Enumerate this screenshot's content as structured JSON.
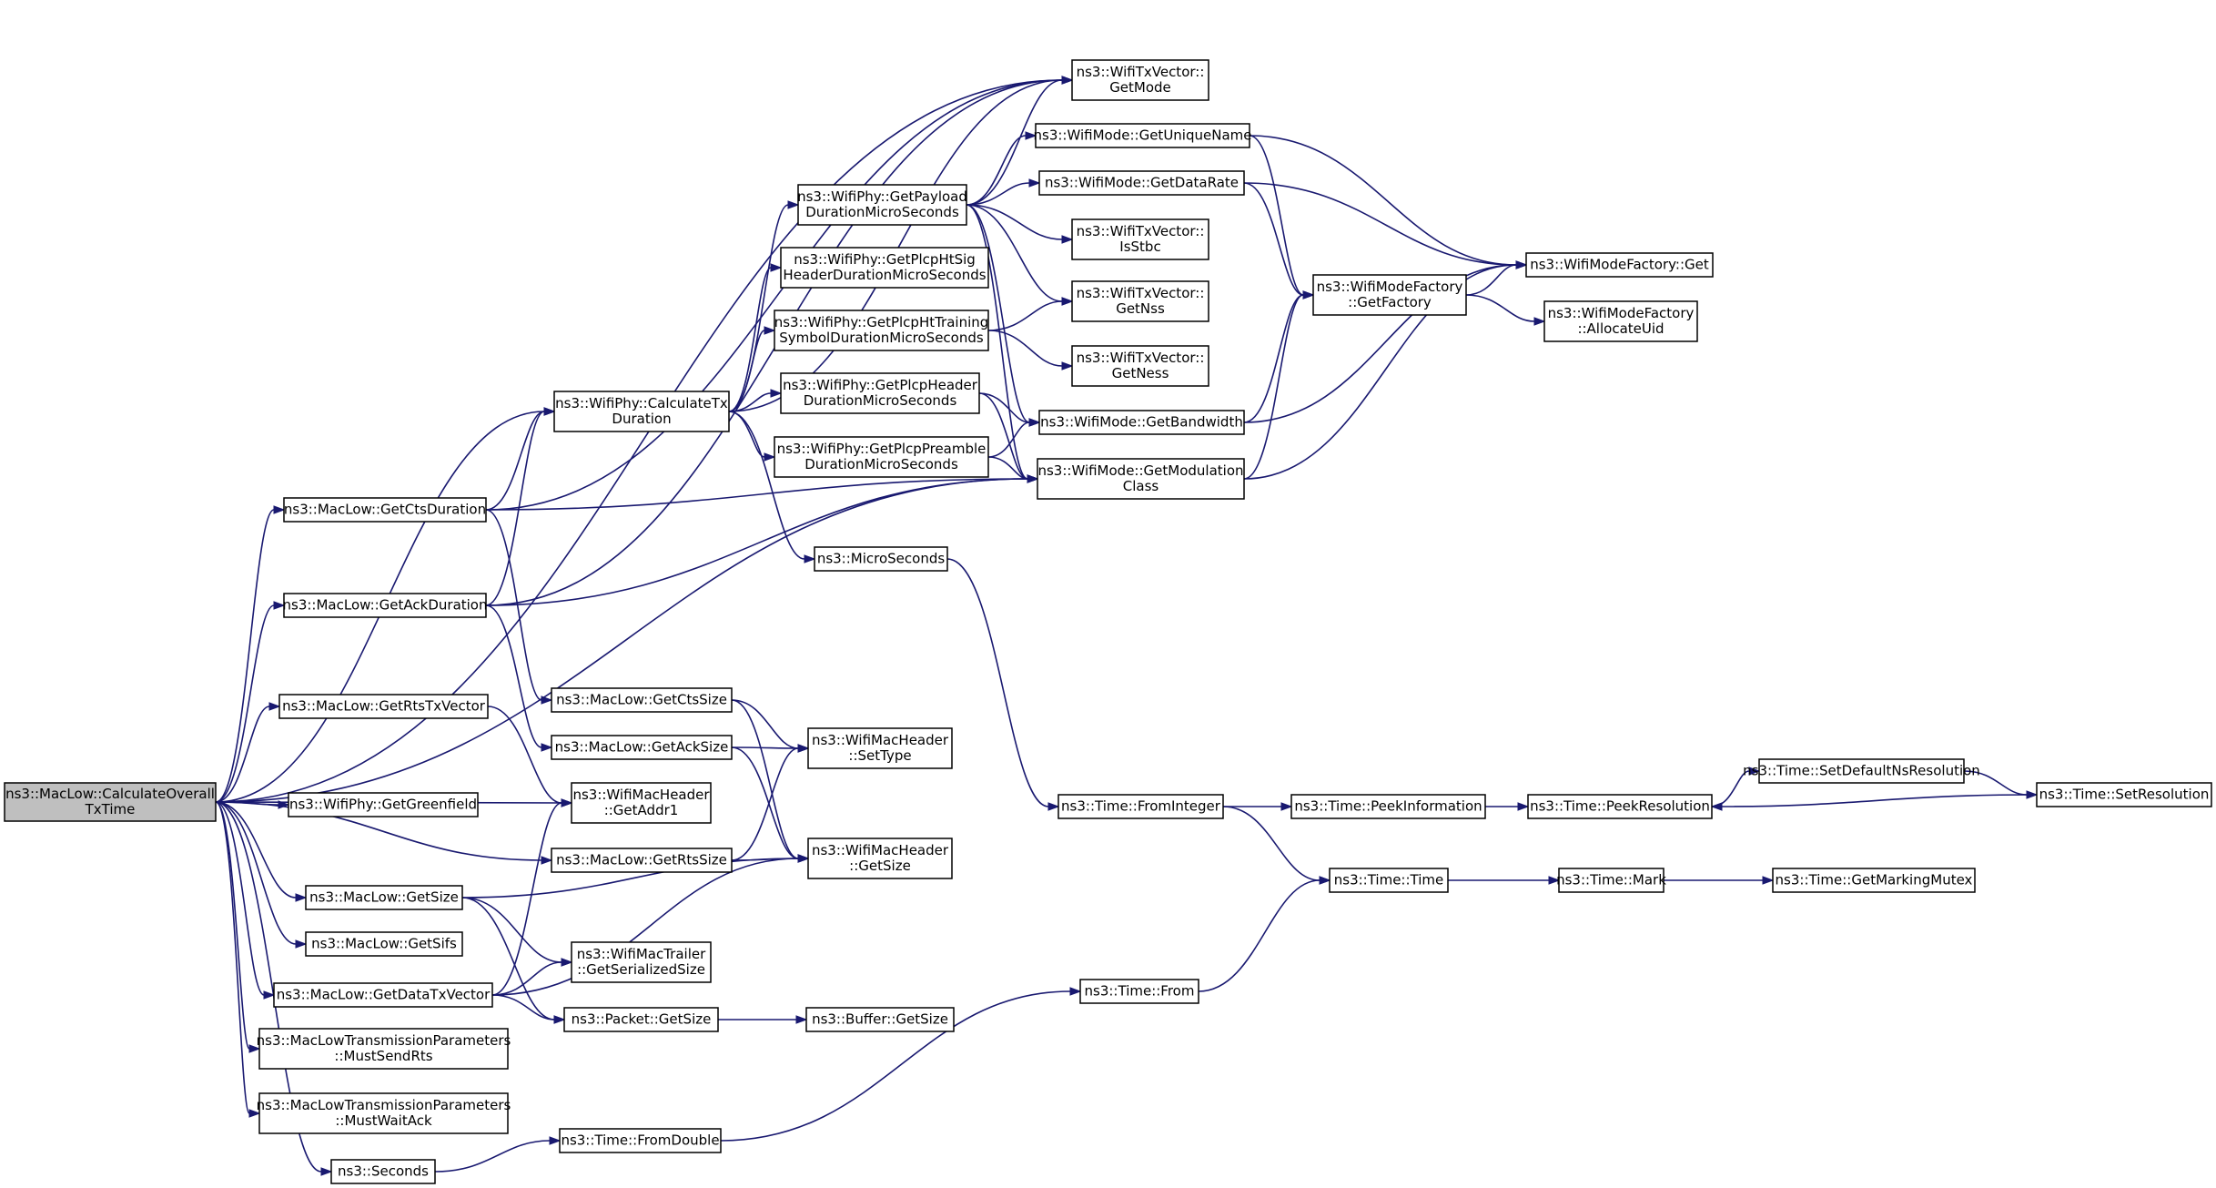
{
  "graph": {
    "root": "calc",
    "nodes": [
      {
        "id": "calc",
        "lines": [
          "ns3::MacLow::CalculateOverall",
          "TxTime"
        ],
        "root": true
      },
      {
        "id": "getmode",
        "lines": [
          "ns3::WifiTxVector::",
          "GetMode"
        ]
      },
      {
        "id": "uniq",
        "lines": [
          "ns3::WifiMode::GetUniqueName"
        ]
      },
      {
        "id": "payload",
        "lines": [
          "ns3::WifiPhy::GetPayload",
          "DurationMicroSeconds"
        ]
      },
      {
        "id": "datarate",
        "lines": [
          "ns3::WifiMode::GetDataRate"
        ]
      },
      {
        "id": "isstbc",
        "lines": [
          "ns3::WifiTxVector::",
          "IsStbc"
        ]
      },
      {
        "id": "htsig",
        "lines": [
          "ns3::WifiPhy::GetPlcpHtSig",
          "HeaderDurationMicroSeconds"
        ]
      },
      {
        "id": "getnss",
        "lines": [
          "ns3::WifiTxVector::",
          "GetNss"
        ]
      },
      {
        "id": "factory",
        "lines": [
          "ns3::WifiModeFactory",
          "::GetFactory"
        ]
      },
      {
        "id": "mfget",
        "lines": [
          "ns3::WifiModeFactory::Get"
        ]
      },
      {
        "id": "alloc",
        "lines": [
          "ns3::WifiModeFactory",
          "::AllocateUid"
        ]
      },
      {
        "id": "httrain",
        "lines": [
          "ns3::WifiPhy::GetPlcpHtTraining",
          "SymbolDurationMicroSeconds"
        ]
      },
      {
        "id": "getness",
        "lines": [
          "ns3::WifiTxVector::",
          "GetNess"
        ]
      },
      {
        "id": "plcphdr",
        "lines": [
          "ns3::WifiPhy::GetPlcpHeader",
          "DurationMicroSeconds"
        ]
      },
      {
        "id": "bandwidth",
        "lines": [
          "ns3::WifiMode::GetBandwidth"
        ]
      },
      {
        "id": "calctx",
        "lines": [
          "ns3::WifiPhy::CalculateTx",
          "Duration"
        ]
      },
      {
        "id": "preamble",
        "lines": [
          "ns3::WifiPhy::GetPlcpPreamble",
          "DurationMicroSeconds"
        ]
      },
      {
        "id": "modclass",
        "lines": [
          "ns3::WifiMode::GetModulation",
          "Class"
        ]
      },
      {
        "id": "ctsdur",
        "lines": [
          "ns3::MacLow::GetCtsDuration"
        ]
      },
      {
        "id": "micro",
        "lines": [
          "ns3::MicroSeconds"
        ]
      },
      {
        "id": "ackdur",
        "lines": [
          "ns3::MacLow::GetAckDuration"
        ]
      },
      {
        "id": "ctssize",
        "lines": [
          "ns3::MacLow::GetCtsSize"
        ]
      },
      {
        "id": "rtstx",
        "lines": [
          "ns3::MacLow::GetRtsTxVector"
        ]
      },
      {
        "id": "acksize",
        "lines": [
          "ns3::MacLow::GetAckSize"
        ]
      },
      {
        "id": "settype",
        "lines": [
          "ns3::WifiMacHeader",
          "::SetType"
        ]
      },
      {
        "id": "addr1",
        "lines": [
          "ns3::WifiMacHeader",
          "::GetAddr1"
        ]
      },
      {
        "id": "green",
        "lines": [
          "ns3::WifiPhy::GetGreenfield"
        ]
      },
      {
        "id": "frominteger",
        "lines": [
          "ns3::Time::FromInteger"
        ]
      },
      {
        "id": "peekinfo",
        "lines": [
          "ns3::Time::PeekInformation"
        ]
      },
      {
        "id": "peekres",
        "lines": [
          "ns3::Time::PeekResolution"
        ]
      },
      {
        "id": "setdefault",
        "lines": [
          "ns3::Time::SetDefaultNsResolution"
        ]
      },
      {
        "id": "setres",
        "lines": [
          "ns3::Time::SetResolution"
        ]
      },
      {
        "id": "rtssize",
        "lines": [
          "ns3::MacLow::GetRtsSize"
        ]
      },
      {
        "id": "hdrsize",
        "lines": [
          "ns3::WifiMacHeader",
          "::GetSize"
        ]
      },
      {
        "id": "mlgetsize",
        "lines": [
          "ns3::MacLow::GetSize"
        ]
      },
      {
        "id": "time",
        "lines": [
          "ns3::Time::Time"
        ]
      },
      {
        "id": "mark",
        "lines": [
          "ns3::Time::Mark"
        ]
      },
      {
        "id": "mutex",
        "lines": [
          "ns3::Time::GetMarkingMutex"
        ]
      },
      {
        "id": "sifs",
        "lines": [
          "ns3::MacLow::GetSifs"
        ]
      },
      {
        "id": "trailer",
        "lines": [
          "ns3::WifiMacTrailer",
          "::GetSerializedSize"
        ]
      },
      {
        "id": "datatx",
        "lines": [
          "ns3::MacLow::GetDataTxVector"
        ]
      },
      {
        "id": "from",
        "lines": [
          "ns3::Time::From"
        ]
      },
      {
        "id": "pktsize",
        "lines": [
          "ns3::Packet::GetSize"
        ]
      },
      {
        "id": "bufsize",
        "lines": [
          "ns3::Buffer::GetSize"
        ]
      },
      {
        "id": "sendrts",
        "lines": [
          "ns3::MacLowTransmissionParameters",
          "::MustSendRts"
        ]
      },
      {
        "id": "waitack",
        "lines": [
          "ns3::MacLowTransmissionParameters",
          "::MustWaitAck"
        ]
      },
      {
        "id": "fromdouble",
        "lines": [
          "ns3::Time::FromDouble"
        ]
      },
      {
        "id": "seconds",
        "lines": [
          "ns3::Seconds"
        ]
      }
    ],
    "edges": [
      [
        "calc",
        "getmode"
      ],
      [
        "calc",
        "calctx"
      ],
      [
        "calc",
        "ctsdur"
      ],
      [
        "calc",
        "ackdur"
      ],
      [
        "calc",
        "modclass"
      ],
      [
        "calc",
        "rtstx"
      ],
      [
        "calc",
        "addr1"
      ],
      [
        "calc",
        "green"
      ],
      [
        "calc",
        "rtssize"
      ],
      [
        "calc",
        "mlgetsize"
      ],
      [
        "calc",
        "sifs"
      ],
      [
        "calc",
        "datatx"
      ],
      [
        "calc",
        "sendrts"
      ],
      [
        "calc",
        "waitack"
      ],
      [
        "calc",
        "seconds"
      ],
      [
        "ctsdur",
        "getmode"
      ],
      [
        "ctsdur",
        "calctx"
      ],
      [
        "ctsdur",
        "modclass"
      ],
      [
        "ctsdur",
        "ctssize"
      ],
      [
        "ackdur",
        "getmode"
      ],
      [
        "ackdur",
        "calctx"
      ],
      [
        "ackdur",
        "modclass"
      ],
      [
        "ackdur",
        "acksize"
      ],
      [
        "calctx",
        "getmode"
      ],
      [
        "calctx",
        "payload"
      ],
      [
        "calctx",
        "htsig"
      ],
      [
        "calctx",
        "httrain"
      ],
      [
        "calctx",
        "plcphdr"
      ],
      [
        "calctx",
        "preamble"
      ],
      [
        "calctx",
        "micro"
      ],
      [
        "payload",
        "getmode"
      ],
      [
        "payload",
        "uniq"
      ],
      [
        "payload",
        "datarate"
      ],
      [
        "payload",
        "isstbc"
      ],
      [
        "payload",
        "getnss"
      ],
      [
        "payload",
        "bandwidth"
      ],
      [
        "payload",
        "modclass"
      ],
      [
        "httrain",
        "getnss"
      ],
      [
        "httrain",
        "getness"
      ],
      [
        "plcphdr",
        "bandwidth"
      ],
      [
        "plcphdr",
        "modclass"
      ],
      [
        "preamble",
        "bandwidth"
      ],
      [
        "preamble",
        "modclass"
      ],
      [
        "uniq",
        "factory"
      ],
      [
        "uniq",
        "mfget"
      ],
      [
        "datarate",
        "factory"
      ],
      [
        "datarate",
        "mfget"
      ],
      [
        "bandwidth",
        "factory"
      ],
      [
        "bandwidth",
        "mfget"
      ],
      [
        "modclass",
        "factory"
      ],
      [
        "modclass",
        "mfget"
      ],
      [
        "factory",
        "mfget"
      ],
      [
        "factory",
        "alloc"
      ],
      [
        "micro",
        "frominteger"
      ],
      [
        "ctssize",
        "settype"
      ],
      [
        "ctssize",
        "hdrsize"
      ],
      [
        "acksize",
        "settype"
      ],
      [
        "acksize",
        "hdrsize"
      ],
      [
        "rtstx",
        "addr1"
      ],
      [
        "rtssize",
        "settype"
      ],
      [
        "rtssize",
        "hdrsize"
      ],
      [
        "mlgetsize",
        "hdrsize"
      ],
      [
        "mlgetsize",
        "trailer"
      ],
      [
        "mlgetsize",
        "pktsize"
      ],
      [
        "datatx",
        "addr1"
      ],
      [
        "datatx",
        "trailer"
      ],
      [
        "datatx",
        "pktsize"
      ],
      [
        "datatx",
        "hdrsize"
      ],
      [
        "pktsize",
        "bufsize"
      ],
      [
        "frominteger",
        "peekinfo"
      ],
      [
        "frominteger",
        "time"
      ],
      [
        "peekinfo",
        "peekres"
      ],
      [
        "peekres",
        "setdefault"
      ],
      [
        "setdefault",
        "setres"
      ],
      [
        "setres",
        "peekres"
      ],
      [
        "time",
        "mark"
      ],
      [
        "mark",
        "mutex"
      ],
      [
        "from",
        "time"
      ],
      [
        "fromdouble",
        "from"
      ],
      [
        "seconds",
        "fromdouble"
      ]
    ]
  }
}
